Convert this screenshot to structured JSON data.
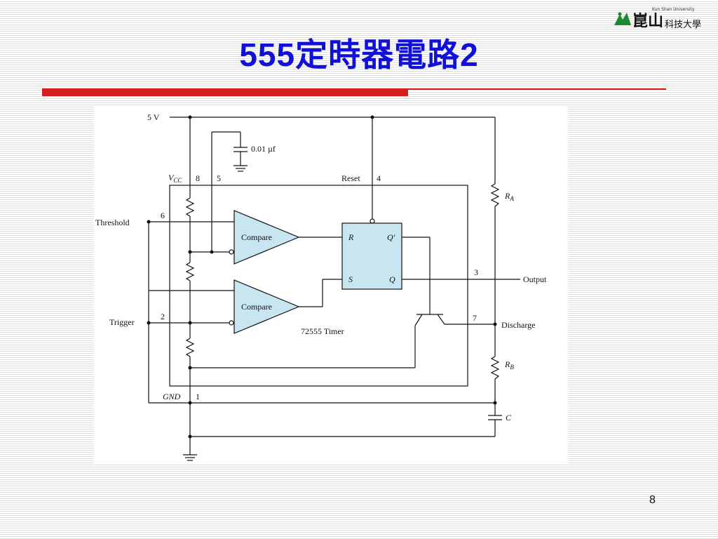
{
  "slide": {
    "title_prefix": "555",
    "title_cjk": "定時器電路",
    "title_suffix": "2",
    "page_number": "8"
  },
  "logo": {
    "english": "Kun Shan University",
    "name_big": "崑山",
    "name_small": "科技大學"
  },
  "diagram": {
    "supply": "5 V",
    "cap_label": "0.01 µf",
    "vcc_label": "V",
    "vcc_sub": "CC",
    "pin8": "8",
    "pin5": "5",
    "reset_label": "Reset",
    "pin4": "4",
    "threshold_label": "Threshold",
    "pin6": "6",
    "trigger_label": "Trigger",
    "pin2": "2",
    "compare_top": "Compare",
    "compare_bottom": "Compare",
    "ff_r": "R",
    "ff_s": "S",
    "ff_qbar": "Q′",
    "ff_q": "Q",
    "pin3": "3",
    "output_label": "Output",
    "pin7": "7",
    "discharge_label": "Discharge",
    "timer_label": "72555 Timer",
    "gnd_label": "GND",
    "pin1": "1",
    "ra_label": "R",
    "ra_sub": "A",
    "rb_label": "R",
    "rb_sub": "B",
    "c_label": "C"
  },
  "colors": {
    "title": "#1010d8",
    "accent_red": "#d41f1f",
    "component_fill": "#c8e6f2"
  }
}
